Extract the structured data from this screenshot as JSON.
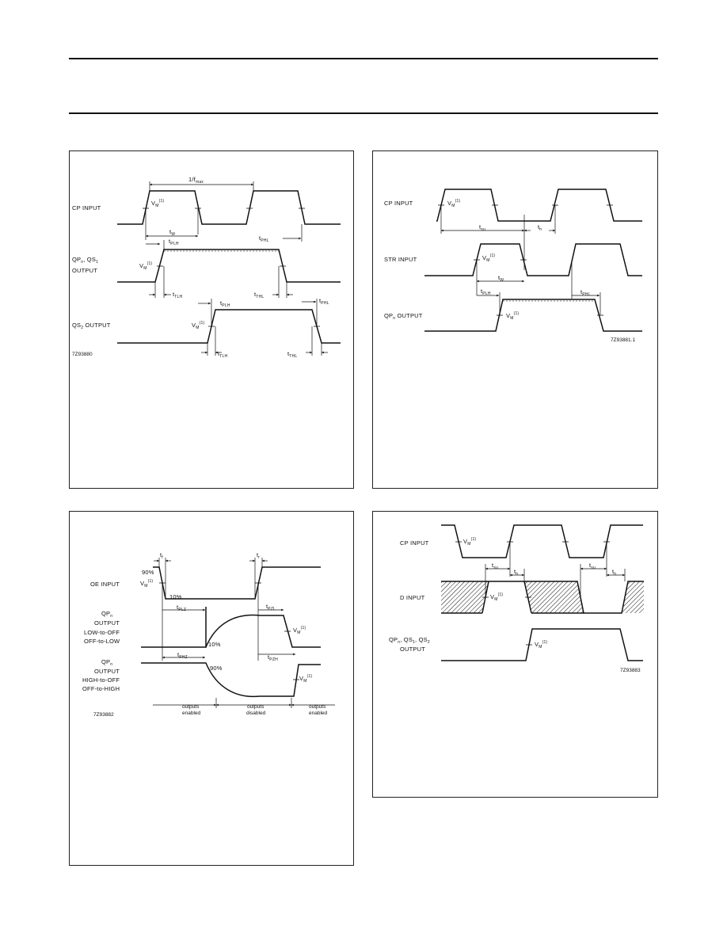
{
  "panels": {
    "p1": {
      "period": "1/f",
      "period_sub": "max",
      "signals": [
        "CP INPUT",
        "OUTPUT"
      ],
      "qp_label": "QP",
      "qp_sub": "n",
      "qs1_label": ", QS",
      "qs1_sub": "1",
      "qs2_label": "QS",
      "qs2_sub": "2",
      "qs2_rest": " OUTPUT",
      "vm": "V",
      "vm_sub": "M",
      "vm_note": "(1)",
      "t": "t",
      "w_sub": "W",
      "plh_sub": "PLH",
      "phl_sub": "PHL",
      "tlh_sub": "TLH",
      "thl_sub": "THL",
      "code": "7Z93880"
    },
    "p2": {
      "cp": "CP INPUT",
      "str": "STR INPUT",
      "qp": "QP",
      "qp_sub": "n",
      "qp_rest": " OUTPUT",
      "vm": "V",
      "vm_sub": "M",
      "vm_note": "(1)",
      "t": "t",
      "su_sub": "su",
      "h_sub": "h",
      "w_sub": "W",
      "plh_sub": "PLH",
      "phl_sub": "PHL",
      "code": "7Z93881.1"
    },
    "p3": {
      "oe": "OE INPUT",
      "qp": "QP",
      "qp_sub": "n",
      "output": "OUTPUT",
      "lto": "LOW-to-OFF",
      "otl": "OFF-to-LOW",
      "hto": "HIGH-to-OFF",
      "oth": "OFF-to-HIGH",
      "p90": "90%",
      "p10": "10%",
      "vm": "V",
      "vm_sub": "M",
      "vm_note": "(1)",
      "t": "t",
      "f_sub": "f",
      "r_sub": "r",
      "plz_sub": "PLZ",
      "pzl_sub": "PZL",
      "phz_sub": "PHZ",
      "pzh_sub": "PZH",
      "outputs": "outputs",
      "enabled": "enabled",
      "disabled": "disabled",
      "code": "7Z93882"
    },
    "p4": {
      "cp": "CP INPUT",
      "d": "D INPUT",
      "qp": "QP",
      "qp_sub": "n",
      "qs1": ", QS",
      "qs1_sub": "1",
      "qs2": ", QS",
      "qs2_sub": "2",
      "output": "OUTPUT",
      "vm": "V",
      "vm_sub": "M",
      "vm_note": "(1)",
      "t": "t",
      "su_sub": "su",
      "h_sub": "h",
      "code": "7Z93883"
    }
  }
}
